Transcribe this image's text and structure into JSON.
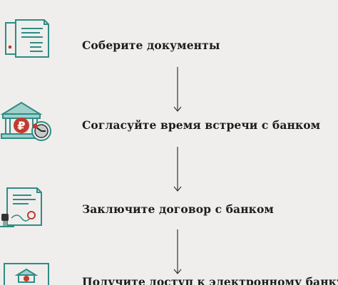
{
  "colors": {
    "background": "#efeeec",
    "icon_stroke": "#2f8c85",
    "icon_fill": "#9fd0cb",
    "accent_red": "#c23b2f",
    "text": "#1d1d1d",
    "arrow": "#333333"
  },
  "steps": [
    {
      "label": "Соберите документы",
      "icon": "documents-icon"
    },
    {
      "label": "Согласуйте время встречи с банком",
      "icon": "bank-clock-icon"
    },
    {
      "label": "Заключите договор с банком",
      "icon": "contract-stamp-icon"
    },
    {
      "label": "Получите доступ к электронному банку",
      "icon": "online-bank-icon"
    }
  ],
  "ruble_symbol": "₽"
}
